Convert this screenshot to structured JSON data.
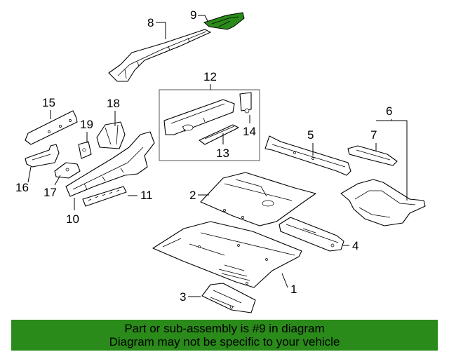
{
  "diagram": {
    "callouts": [
      "1",
      "2",
      "3",
      "4",
      "5",
      "6",
      "7",
      "8",
      "9",
      "10",
      "11",
      "12",
      "13",
      "14",
      "15",
      "16",
      "17",
      "18",
      "19"
    ],
    "highlighted_part": "9",
    "highlight_color": "#2a8a1a"
  },
  "footer": {
    "line1": "Part or sub-assembly is #9 in diagram",
    "line2": "Diagram may not be specific to your vehicle",
    "background": "#2a8a1a"
  }
}
